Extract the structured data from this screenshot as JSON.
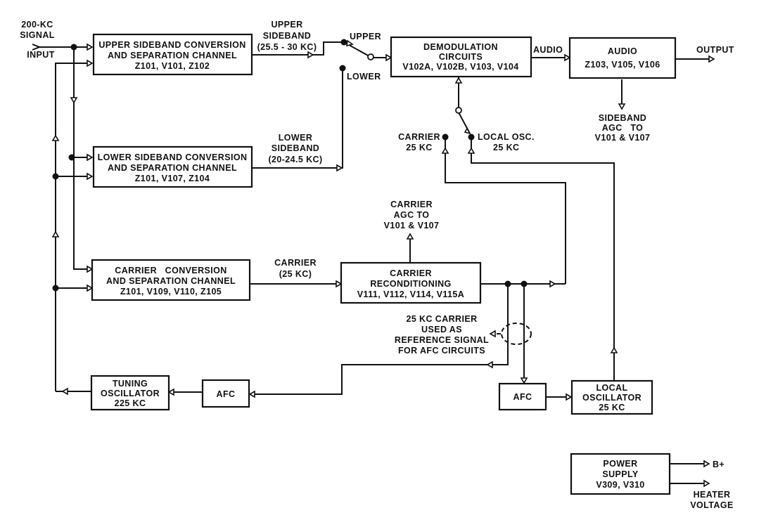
{
  "diagram": {
    "type": "block-diagram",
    "title": "",
    "blocks": {
      "upper_sideband": {
        "lines": [
          "UPPER SIDEBAND CONVERSION",
          "AND SEPARATION CHANNEL",
          "Z101, V101, Z102"
        ]
      },
      "lower_sideband": {
        "lines": [
          "LOWER SIDEBAND CONVERSION",
          "AND SEPARATION CHANNEL",
          "Z101, V107, Z104"
        ]
      },
      "carrier_conversion": {
        "lines": [
          "CARRIER   CONVERSION",
          "AND SEPARATION CHANNEL",
          "Z101, V109, V110, Z105"
        ]
      },
      "demodulation": {
        "lines": [
          "DEMODULATION",
          "CIRCUITS",
          "V102A, V102B, V103, V104"
        ]
      },
      "audio": {
        "lines": [
          "AUDIO",
          "Z103, V105, V106"
        ]
      },
      "carrier_reconditioning": {
        "lines": [
          "CARRIER",
          "RECONDITIONING",
          "V111, V112, V114, V115A"
        ]
      },
      "tuning_oscillator": {
        "lines": [
          "TUNING",
          "OSCILLATOR",
          "225 KC"
        ]
      },
      "afc_left": {
        "lines": [
          "AFC"
        ]
      },
      "afc_right": {
        "lines": [
          "AFC"
        ]
      },
      "local_oscillator": {
        "lines": [
          "LOCAL",
          "OSCILLATOR",
          "25 KC"
        ]
      },
      "power_supply": {
        "lines": [
          "POWER",
          "SUPPLY",
          "V309, V310"
        ]
      }
    },
    "labels": {
      "input_signal": [
        "200-KC",
        "SIGNAL"
      ],
      "input": [
        "INPUT"
      ],
      "upper_sideband_freq": [
        "UPPER",
        "SIDEBAND",
        "(25.5 - 30 KC)"
      ],
      "lower_sideband_freq": [
        "LOWER",
        "SIDEBAND",
        "(20-24.5 KC)"
      ],
      "carrier_freq": [
        "CARRIER",
        "(25 KC)"
      ],
      "switch_upper": [
        "UPPER"
      ],
      "switch_lower": [
        "LOWER"
      ],
      "audio_signal": [
        "AUDIO"
      ],
      "output": [
        "OUTPUT"
      ],
      "sideband_agc": [
        "SIDEBAND",
        "AGC   TO",
        "V101 & V107"
      ],
      "carrier_25kc": [
        "CARRIER",
        "25 KC"
      ],
      "local_osc_25kc": [
        "LOCAL OSC.",
        "25 KC"
      ],
      "carrier_agc": [
        "CARRIER",
        "AGC TO",
        "V101 & V107"
      ],
      "reference_note": [
        "25 KC CARRIER",
        "USED AS",
        "REFERENCE SIGNAL",
        "FOR AFC CIRCUITS"
      ],
      "b_plus": [
        "B+"
      ],
      "heater_voltage": [
        "HEATER",
        "VOLTAGE"
      ]
    },
    "connections": [
      {
        "from": "input",
        "to": "upper_sideband"
      },
      {
        "from": "input",
        "to": "lower_sideband"
      },
      {
        "from": "input",
        "to": "carrier_conversion"
      },
      {
        "from": "tuning_oscillator",
        "to": "upper_sideband"
      },
      {
        "from": "tuning_oscillator",
        "to": "lower_sideband"
      },
      {
        "from": "tuning_oscillator",
        "to": "carrier_conversion"
      },
      {
        "from": "upper_sideband",
        "to": "switch_upper"
      },
      {
        "from": "lower_sideband",
        "to": "switch_lower"
      },
      {
        "from": "switch",
        "to": "demodulation"
      },
      {
        "from": "demodulation",
        "to": "audio"
      },
      {
        "from": "audio",
        "to": "output"
      },
      {
        "from": "audio",
        "to": "sideband_agc"
      },
      {
        "from": "carrier_conversion",
        "to": "carrier_reconditioning"
      },
      {
        "from": "carrier_reconditioning",
        "to": "carrier_agc"
      },
      {
        "from": "carrier_reconditioning",
        "to": "carrier_switch_contact"
      },
      {
        "from": "carrier_reconditioning",
        "to": "afc_left"
      },
      {
        "from": "carrier_reconditioning",
        "to": "afc_right"
      },
      {
        "from": "afc_left",
        "to": "tuning_oscillator"
      },
      {
        "from": "afc_right",
        "to": "local_oscillator"
      },
      {
        "from": "local_oscillator",
        "to": "local_osc_switch_contact"
      },
      {
        "from": "carrier_switch",
        "to": "demodulation"
      },
      {
        "from": "power_supply",
        "to": "b_plus"
      },
      {
        "from": "power_supply",
        "to": "heater_voltage"
      }
    ]
  }
}
